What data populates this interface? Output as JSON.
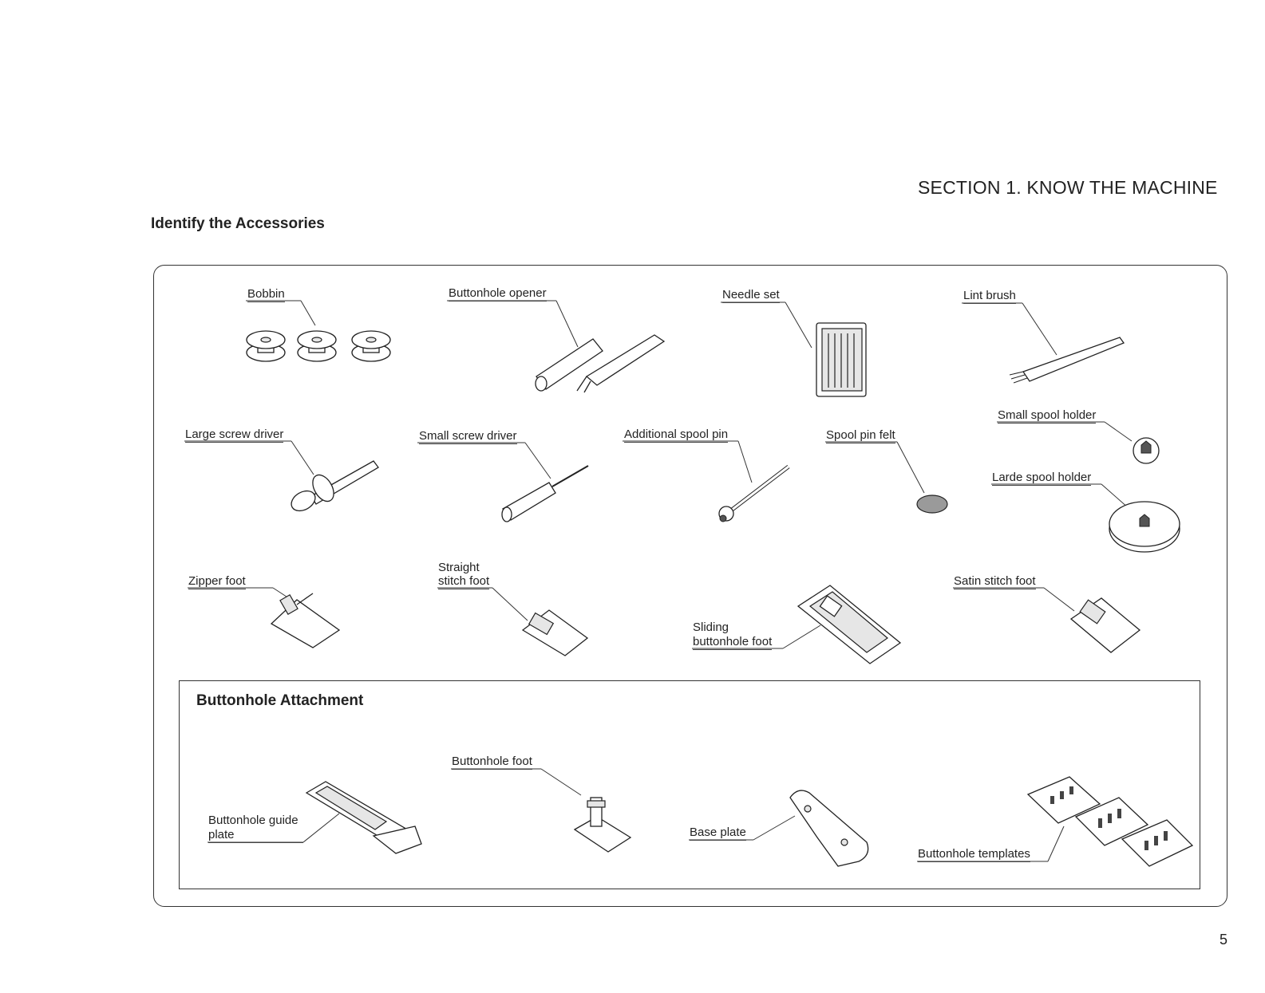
{
  "header": {
    "section_title": "SECTION  1.   KNOW THE MACHINE",
    "page_heading": "Identify the Accessories"
  },
  "accessories": {
    "bobbin": "Bobbin",
    "buttonhole_opener": "Buttonhole opener",
    "needle_set": "Needle set",
    "lint_brush": "Lint brush",
    "large_screw_driver": "Large screw driver",
    "small_screw_driver": "Small screw driver",
    "additional_spool_pin": "Additional spool pin",
    "spool_pin_felt": "Spool pin felt",
    "small_spool_holder": "Small spool holder",
    "large_spool_holder": "Larde spool holder",
    "zipper_foot": "Zipper foot",
    "straight_stitch_foot_line1": "Straight",
    "straight_stitch_foot_line2": "stitch foot",
    "sliding_buttonhole_foot_line1": "Sliding",
    "sliding_buttonhole_foot_line2": "buttonhole foot",
    "satin_stitch_foot": "Satin stitch foot"
  },
  "buttonhole_attachment": {
    "title": "Buttonhole Attachment",
    "guide_plate_line1": "Buttonhole guide",
    "guide_plate_line2": "plate",
    "buttonhole_foot": "Buttonhole foot",
    "base_plate": "Base plate",
    "templates": "Buttonhole templates"
  },
  "footer": {
    "page_number": "5"
  }
}
